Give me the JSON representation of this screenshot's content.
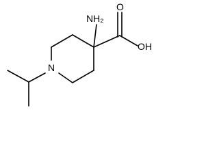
{
  "molecule": {
    "labels": {
      "amine": "NH₂",
      "hydroxyl": "OH",
      "carbonyl_oxygen": "O",
      "ring_nitrogen": "N"
    }
  }
}
